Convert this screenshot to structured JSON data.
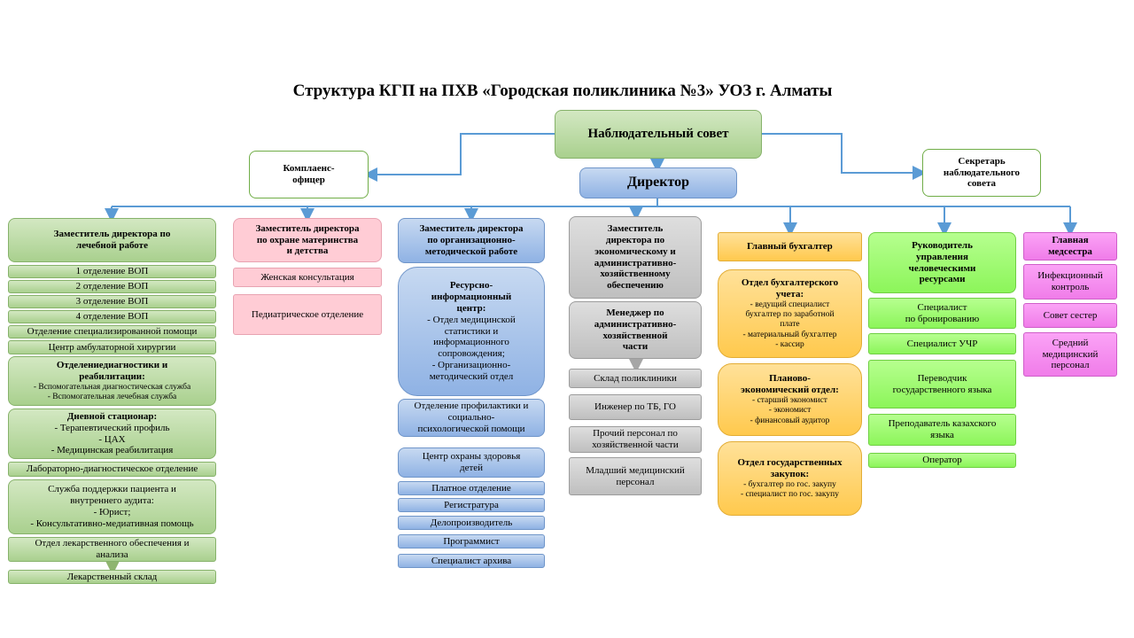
{
  "title": "Структура  КГП на ПХВ «Городская поликлиника №3» УОЗ г. Алматы",
  "top": {
    "council": "Наблюдательный совет",
    "director": "Директор",
    "compliance": [
      "Комплаенс-",
      "офицер"
    ],
    "secretary": [
      "Секретарь",
      "наблюдательного",
      "совета"
    ]
  },
  "col1": {
    "head": [
      "Заместитель  директора  по",
      "лечебной  работе"
    ],
    "vop1": "1 отделение  ВОП",
    "vop2": "2 отделение  ВОП",
    "vop3": "3 отделение  ВОП",
    "vop4": "4 отделение  ВОП",
    "spec": "Отделение  специализированной  помощи",
    "surg": "Центр амбулаторной хирургии",
    "diag": [
      "Отделениедиагностики и",
      "реабилитации:",
      "- Вспомогательная диагностическая служба",
      "- Вспомогательная лечебная служба"
    ],
    "day": [
      "Дневной стационар:",
      "- Терапевтический  профиль",
      "- ЦАХ",
      "- Медицинская  реабилитация"
    ],
    "lab": "Лабораторно-диагностическое  отделение",
    "support": [
      "Служба поддержки пациента  и",
      "внутреннего аудита:",
      "- Юрист;",
      "- Консультативно-медиативная  помощь"
    ],
    "drugs": [
      "Отдел лекарственного обеспечения  и",
      "анализа"
    ],
    "store": "Лекарственный  склад"
  },
  "col2": {
    "head": [
      "Заместитель  директора",
      "по охране  материнства",
      "и детства"
    ],
    "women": "Женская консультация",
    "ped": "Педиатрическое отделение"
  },
  "col3": {
    "head": [
      "Заместитель  директора",
      "по организационно-",
      "методической  работе"
    ],
    "center": [
      "Ресурсно-",
      "информационный",
      "центр:",
      "- Отдел медицинской",
      "статистики  и",
      "информационного",
      "сопровождения;",
      "- Организационно-",
      "методический  отдел"
    ],
    "prof": [
      "Отделение  профилактики  и",
      "социально-",
      "психологической  помощи"
    ],
    "health": [
      "Центр охраны здоровья",
      "детей"
    ],
    "paid": "Платное отделение",
    "reg": "Регистратура",
    "clerk": "Делопроизводитель",
    "prog": "Программист",
    "archive": "Специалист  архива"
  },
  "col4": {
    "head": [
      "Заместитель",
      "директора  по",
      "экономическому  и",
      "административно-",
      "хозяйственному",
      "обеспечению"
    ],
    "manager": [
      "Менеджер  по",
      "административно-",
      "хозяйственной",
      "части"
    ],
    "warehouse": "Склад поликлиники",
    "engineer": "Инженер по ТБ, ГО",
    "other": [
      "Прочий персонал по",
      "хозяйственной  части"
    ],
    "junior": [
      "Младший медицинский",
      "персонал"
    ]
  },
  "col5": {
    "head": "Главный  бухгалтер",
    "acc": [
      "Отдел бухгалтерского",
      "учета:",
      "- ведущий специалист",
      "бухгалтер по заработной",
      "плате",
      "- материальный бухгалтер",
      "- кассир"
    ],
    "plan": [
      "Планово-",
      "экономический отдел:",
      "- старший экономист",
      "- экономист",
      "- финансовый аудитор"
    ],
    "proc": [
      "Отдел государственных",
      "закупок:",
      "- бухгалтер по гос. закупу",
      "- специалист по гос. закупу"
    ]
  },
  "col6": {
    "head": [
      "Руководитель",
      "управления",
      "человеческими",
      "ресурсами"
    ],
    "booking": [
      "Специалист",
      "по бронированию"
    ],
    "uchr": "Специалист  УЧР",
    "trans": [
      "Переводчик",
      "государственного языка"
    ],
    "teacher": [
      "Преподаватель казахского",
      "языка"
    ],
    "operator": "Оператор"
  },
  "col7": {
    "head": [
      "Главная",
      "медсестра"
    ],
    "infection": [
      "Инфекционный",
      "контроль"
    ],
    "council": "Совет сестер",
    "nurse": [
      "Средний",
      "медицинский",
      "персонал"
    ]
  },
  "colors": {
    "line": "#5b9bd5",
    "green": "#a9d08e",
    "pink": "#ffccd5",
    "blue": "#8fb2e4",
    "gray": "#bfbfbf",
    "orange": "#ffc94d",
    "light_green": "#8cf55a",
    "magenta": "#f07ce9"
  }
}
